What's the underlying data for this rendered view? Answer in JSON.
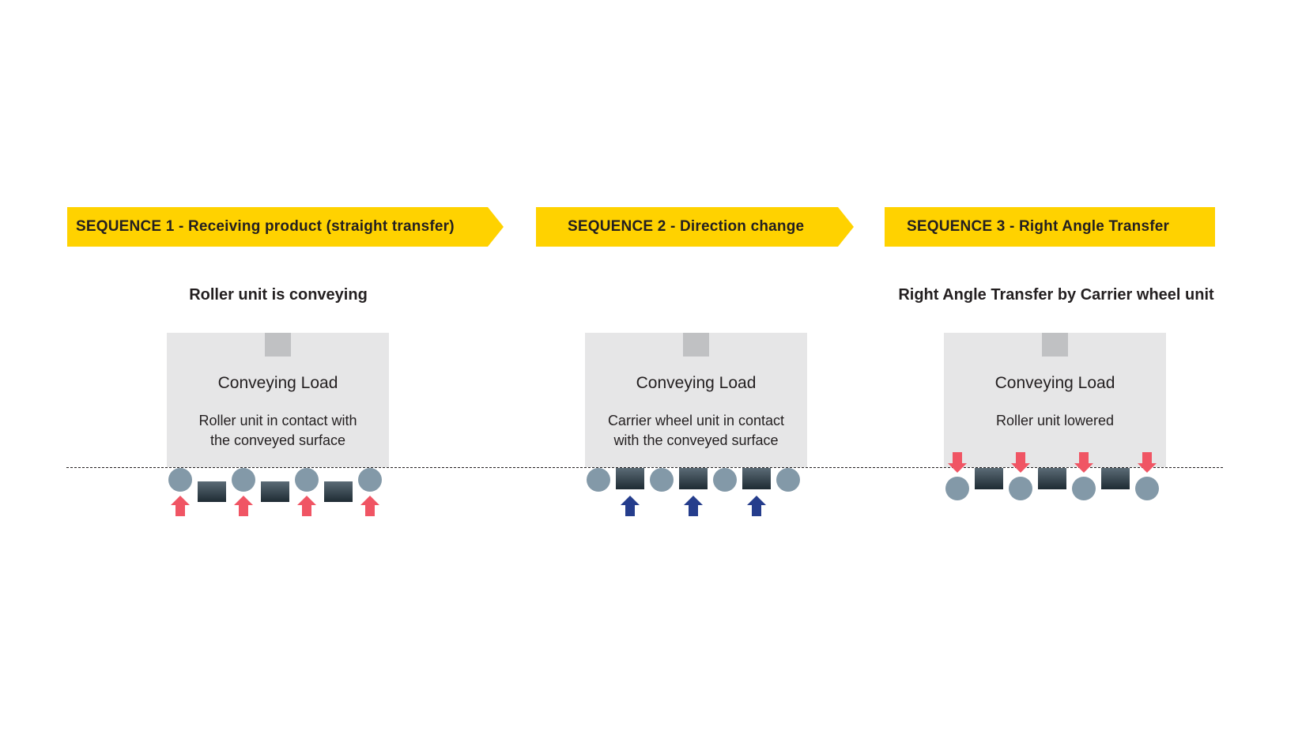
{
  "colors": {
    "banner": "#ffd200",
    "load_box": "#e6e6e7",
    "load_tab": "#c0c1c3",
    "roller": "#8399a8",
    "carrier_top": "#5b6b76",
    "carrier_bottom": "#1e2b33",
    "arrow_red": "#f05564",
    "arrow_blue": "#253d8c",
    "text": "#231f20"
  },
  "sequences": [
    {
      "banner": "SEQUENCE 1 - Receiving product (straight transfer)",
      "subtitle": "Roller unit is conveying",
      "load_title": "Conveying Load",
      "load_desc": [
        "Roller unit in contact with",
        "the conveyed surface"
      ],
      "state": "rollers-up",
      "arrows": {
        "count": 4,
        "direction": "up",
        "color": "arrow_red",
        "on": "rollers"
      }
    },
    {
      "banner": "SEQUENCE 2 - Direction change",
      "subtitle": "",
      "load_title": "Conveying Load",
      "load_desc": [
        "Carrier wheel unit in contact",
        "with the conveyed surface"
      ],
      "state": "carriers-up",
      "arrows": {
        "count": 3,
        "direction": "up",
        "color": "arrow_blue",
        "on": "carriers"
      }
    },
    {
      "banner": "SEQUENCE 3 - Right Angle Transfer",
      "subtitle": "Right Angle Transfer by Carrier wheel unit",
      "load_title": "Conveying Load",
      "load_desc": [
        "Roller unit lowered",
        ""
      ],
      "state": "rollers-lowered",
      "arrows": {
        "count": 4,
        "direction": "down",
        "color": "arrow_red",
        "on": "rollers"
      }
    }
  ]
}
